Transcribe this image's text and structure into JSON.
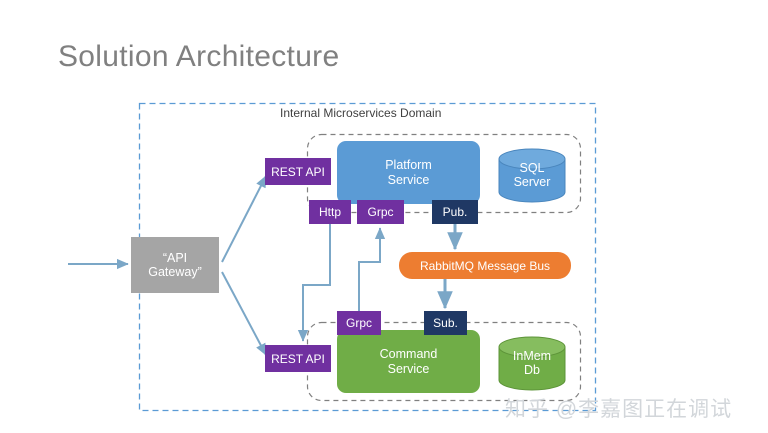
{
  "slide": {
    "title": "Solution Architecture",
    "domain_label": "Internal Microservices Domain",
    "watermark": "知乎 @李嘉图正在调试"
  },
  "colors": {
    "title_gray": "#808080",
    "platform_blue": "#5b9bd5",
    "command_green": "#70ad47",
    "gateway_gray": "#a5a5a5",
    "badge_purple": "#7030a0",
    "badge_navy": "#1f3864",
    "bus_orange": "#ed7d31",
    "connector_blue": "#7ba7c7",
    "dash_border": "#5b9bd5"
  },
  "nodes": {
    "gateway": {
      "line1": "“API",
      "line2": "Gateway”"
    },
    "platform_service": {
      "line1": "Platform",
      "line2": "Service"
    },
    "command_service": {
      "line1": "Command",
      "line2": "Service"
    },
    "sql_server": {
      "line1": "SQL",
      "line2": "Server"
    },
    "inmem_db": {
      "line1": "InMem",
      "line2": "Db"
    },
    "message_bus": {
      "label": "RabbitMQ Message Bus"
    }
  },
  "badges": {
    "rest_api_top": "REST API",
    "http": "Http",
    "grpc_top": "Grpc",
    "pub": "Pub.",
    "grpc_bottom": "Grpc",
    "sub": "Sub.",
    "rest_api_bottom": "REST API"
  }
}
